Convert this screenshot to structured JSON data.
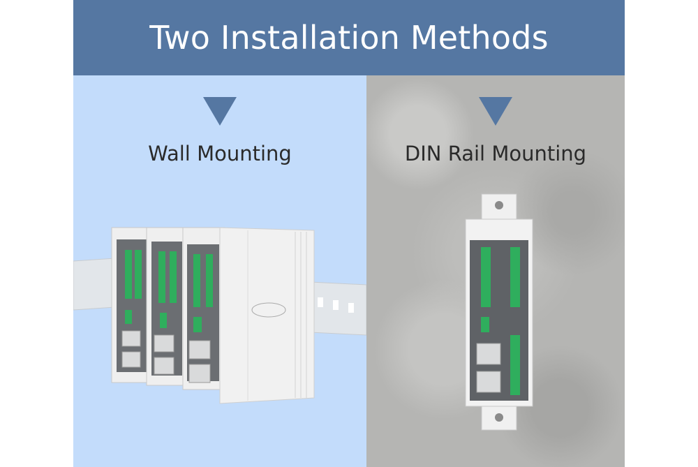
{
  "title": "Two Installation Methods",
  "methods": [
    {
      "label": "Wall Mounting",
      "icon": "down-triangle-icon"
    },
    {
      "label": "DIN Rail Mounting",
      "icon": "down-triangle-icon"
    }
  ],
  "colors": {
    "banner": "#5577a2",
    "left_panel": "#c3dcfb",
    "right_panel": "#b5b5b3",
    "arrow": "#5577a2"
  }
}
